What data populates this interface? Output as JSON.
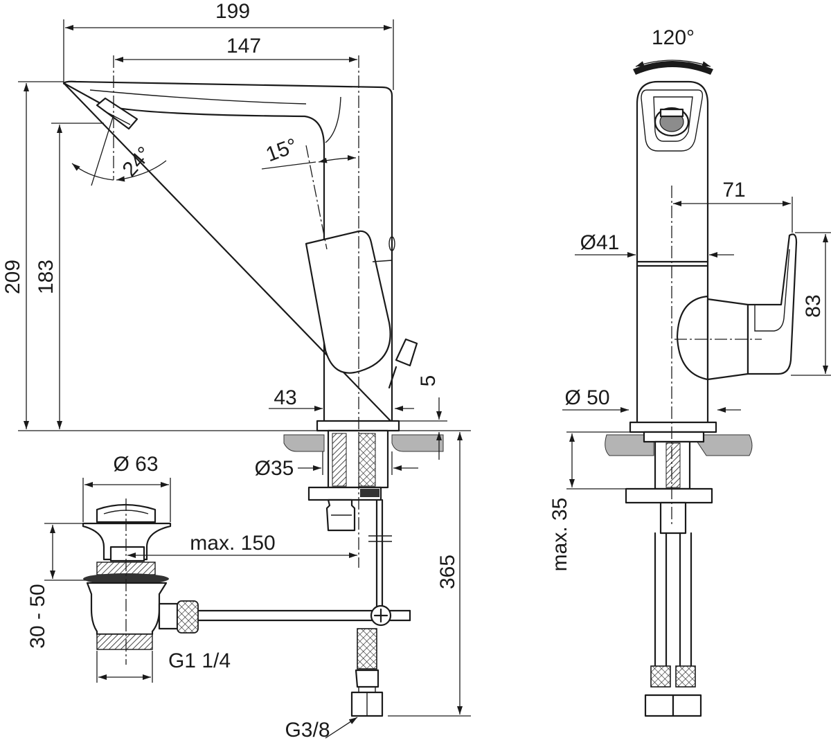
{
  "colors": {
    "line": "#1a1a1a",
    "counter": "#b4b4b4",
    "background": "#ffffff"
  },
  "dimensions": {
    "overall_width": "199",
    "spout_reach": "147",
    "spout_angle": "24°",
    "spout_tilt": "15°",
    "overall_height": "209",
    "outlet_height": "183",
    "body_base_width": "43",
    "base_plate": "5",
    "tail_diameter": "Ø35",
    "below_counter": "365",
    "waste_cap_diameter": "Ø 63",
    "waste_reach": "max. 150",
    "waste_height_range": "30 - 50",
    "waste_thread": "G1 1/4",
    "supply_thread": "G3/8",
    "swivel_angle": "120°",
    "handle_offset": "71",
    "body_diameter": "Ø41",
    "handle_height": "83",
    "base_diameter": "Ø 50",
    "max_counter_thickness": "max. 35"
  }
}
